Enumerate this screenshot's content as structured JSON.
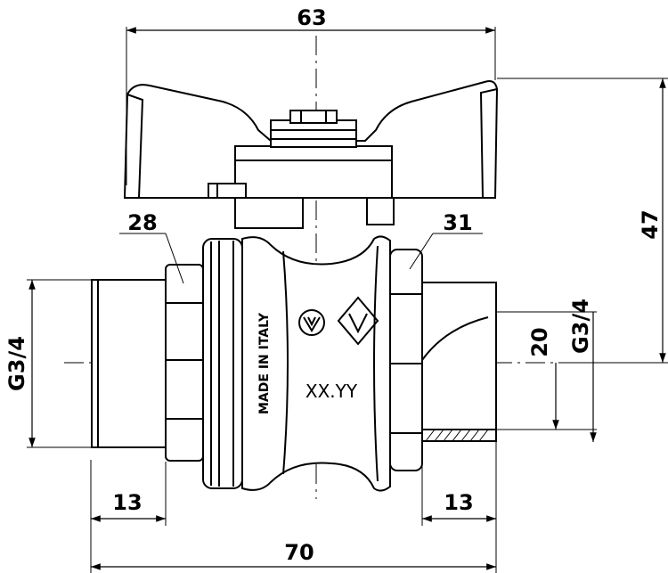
{
  "drawing": {
    "line_color": "#000000",
    "background": "#ffffff"
  },
  "dimensions": {
    "overall_width": "63",
    "handle_height": "47",
    "hex_left": "28",
    "hex_right": "31",
    "thread_left": "G3/4",
    "thread_right": "G3/4",
    "bore_depth": "20",
    "thread_length_left": "13",
    "thread_length_right": "13",
    "total_length": "70"
  },
  "body_markings": {
    "origin": "MADE IN ITALY",
    "code": "XX.YY"
  },
  "logos": {
    "circle": "valve-circle-logo",
    "diamond": "valve-diamond-logo"
  }
}
